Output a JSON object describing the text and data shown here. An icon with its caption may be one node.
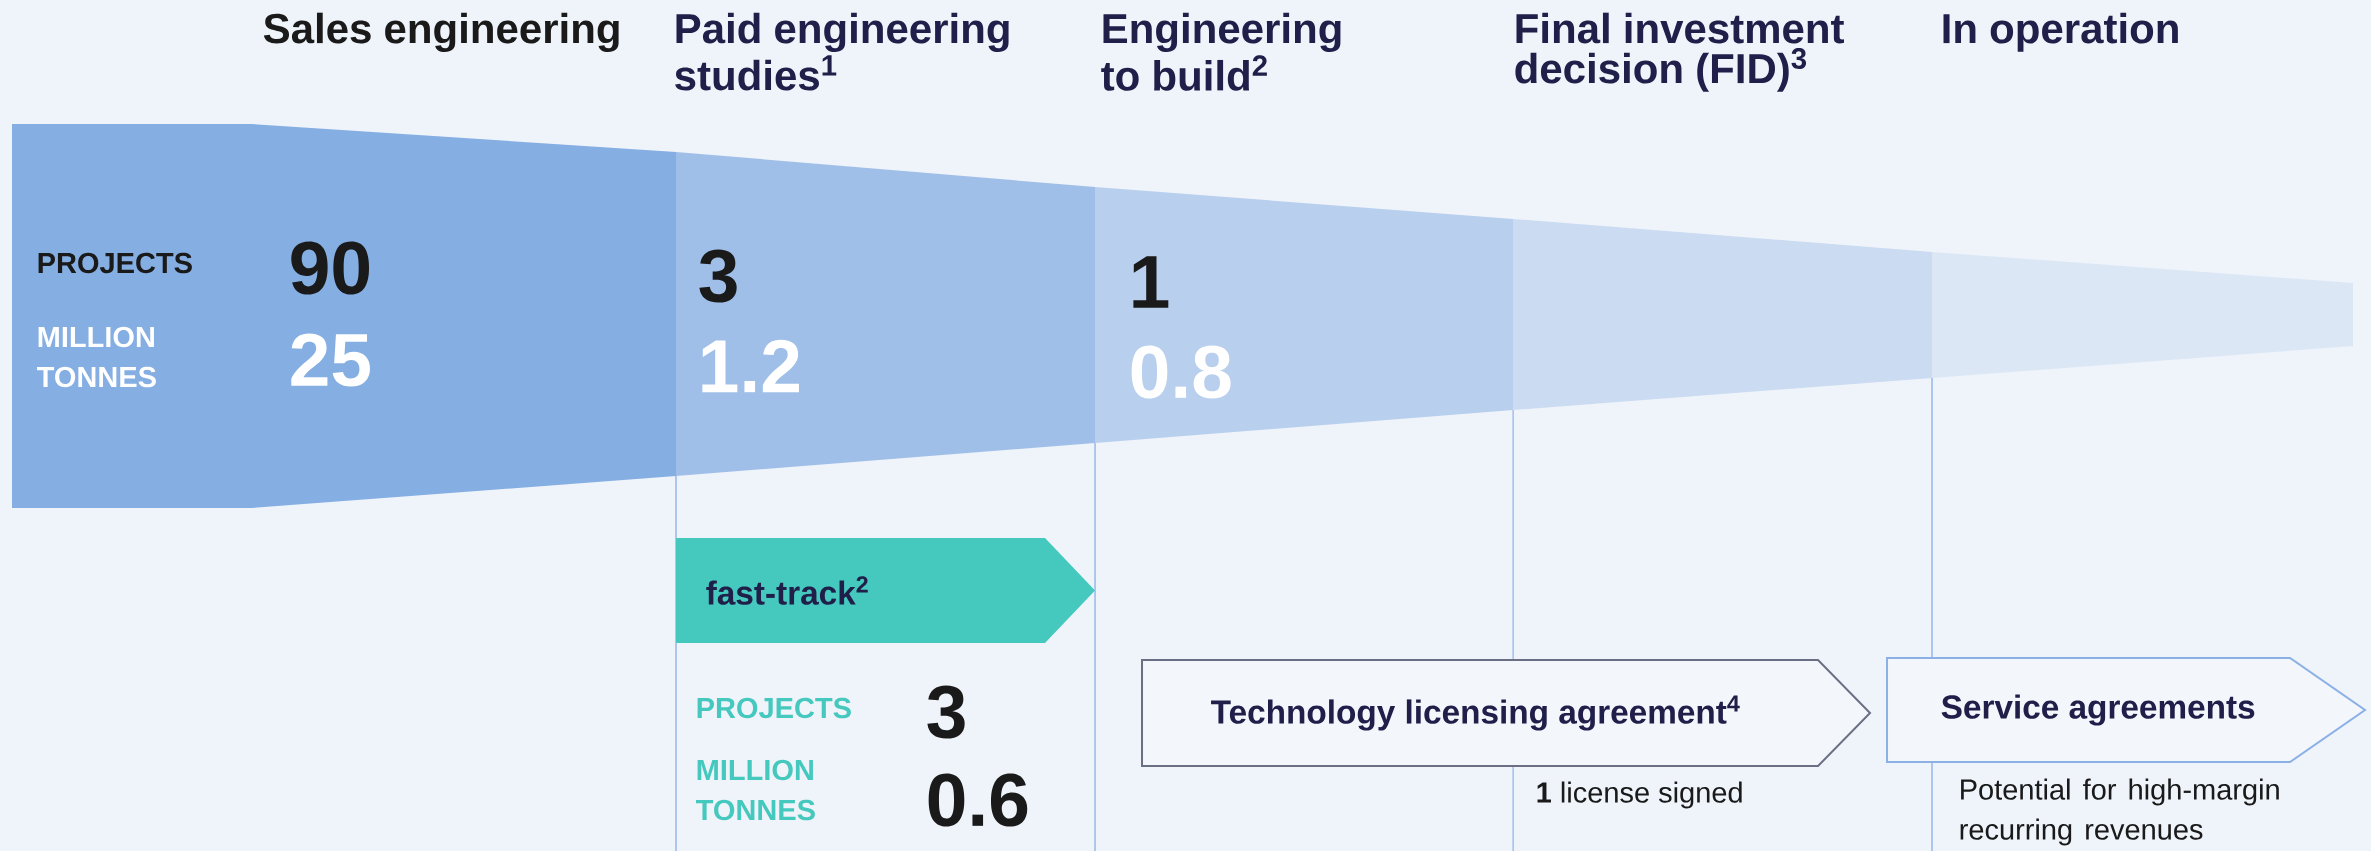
{
  "diagram": {
    "nodes": [
      {
        "text": [
          "PROJECTS",
          "90",
          "MILLION TONNES",
          "25"
        ]
      },
      {
        "text": [
          "3",
          "1.2"
        ]
      },
      {
        "text": [
          "1",
          "0.8"
        ]
      },
      {
        "text": [],
        "shape": "trapezoid"
      },
      {
        "text": [],
        "shape": "trapezoid"
      },
      {
        "text": [
          "fast-track$^{2}$"
        ]
      },
      {
        "text": [
          "Technology licensing agreement$^{4}$"
        ],
        "beside": [
          "**1** license signed"
        ]
      },
      {
        "text": [
          "Service agreements"
        ],
        "beside": [
          "Potential for high-margin recurring revenues"
        ]
      }
    ],
    "labels": [
      "Sales engineering",
      "Paid engineering studies$^{1}$",
      "Engineering to build$^{2}$",
      "Final investment decision (FID)$^{3}$",
      "In operation",
      "PROJECTS",
      "3",
      "MILLION TONNES",
      "0.6"
    ]
  }
}
